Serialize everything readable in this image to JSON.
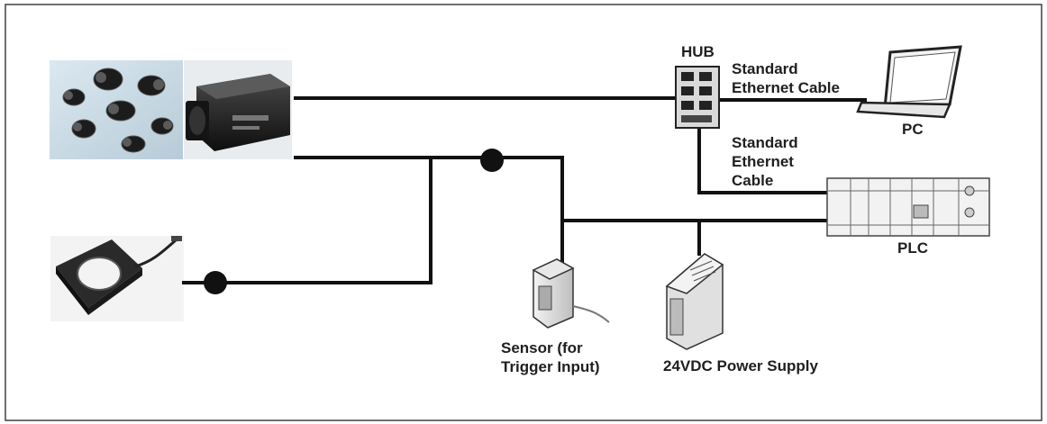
{
  "labels": {
    "hub": "HUB",
    "cable_pc": "Standard\nEthernet Cable",
    "cable_plc": "Standard\nEthernet\nCable",
    "pc": "PC",
    "plc": "PLC",
    "sensor": "Sensor (for\nTrigger Input)",
    "power_supply": "24VDC Power Supply"
  },
  "devices": [
    "camera-lenses",
    "camera-body",
    "ring-light",
    "hub",
    "laptop-pc",
    "plc",
    "trigger-sensor",
    "power-supply"
  ],
  "colors": {
    "line": "#111111",
    "device": "#2b2b2b",
    "frame": "#333333"
  }
}
